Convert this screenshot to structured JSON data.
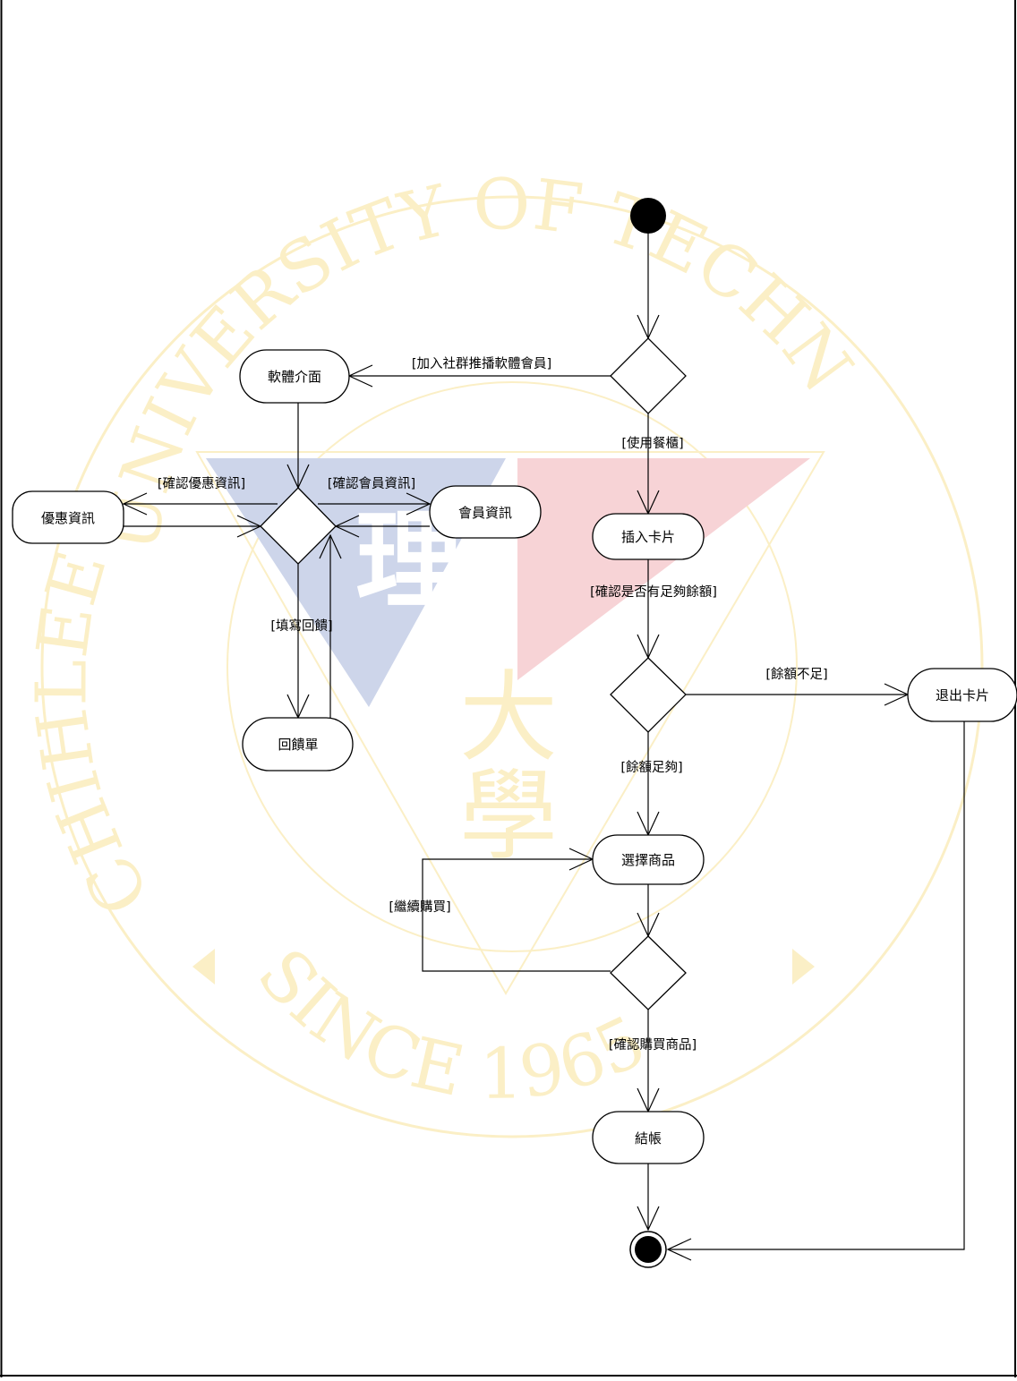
{
  "watermark": {
    "arc_top": "UNIVERSITY OF TECHNOLOGY",
    "arc_left": "CHIHLEE",
    "arc_bottom": "SINCE 1965",
    "glyph_left": "理",
    "glyph_right": "",
    "glyph_da": "大",
    "glyph_xue": "學"
  },
  "nodes": {
    "software_ui": "軟體介面",
    "promo_info": "優惠資訊",
    "member_info": "會員資訊",
    "feedback_form": "回饋單",
    "insert_card": "插入卡片",
    "eject_card": "退出卡片",
    "select_product": "選擇商品",
    "checkout": "結帳"
  },
  "guards": {
    "join_member": "[加入社群推播軟體會員]",
    "use_counter": "[使用餐櫃]",
    "confirm_promo": "[確認優惠資訊]",
    "confirm_member": "[確認會員資訊]",
    "fill_feedback": "[填寫回饋]",
    "check_balance": "[確認是否有足夠餘額]",
    "balance_insufficient": "[餘額不足]",
    "balance_enough": "[餘額足夠]",
    "continue_buying": "[繼續購買]",
    "confirm_purchase": "[確認購買商品]"
  }
}
